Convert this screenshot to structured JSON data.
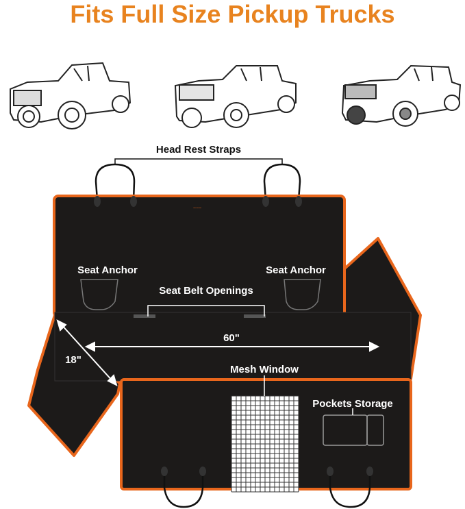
{
  "title": "Fits Full Size Pickup Trucks",
  "colors": {
    "accent": "#E8831F",
    "cover": "#1c1a19",
    "trim": "#E8661C"
  },
  "trucks": [
    "ford-style-pickup-truck",
    "gmc-style-pickup-truck",
    "chevrolet-style-pickup-truck"
  ],
  "labels": {
    "head_rest_straps": "Head Rest Straps",
    "seat_anchor_left": "Seat Anchor",
    "seat_anchor_right": "Seat Anchor",
    "seat_belt_openings": "Seat Belt Openings",
    "width": "60\"",
    "depth": "18\"",
    "mesh_window": "Mesh Window",
    "pockets_storage": "Pockets Storage"
  }
}
